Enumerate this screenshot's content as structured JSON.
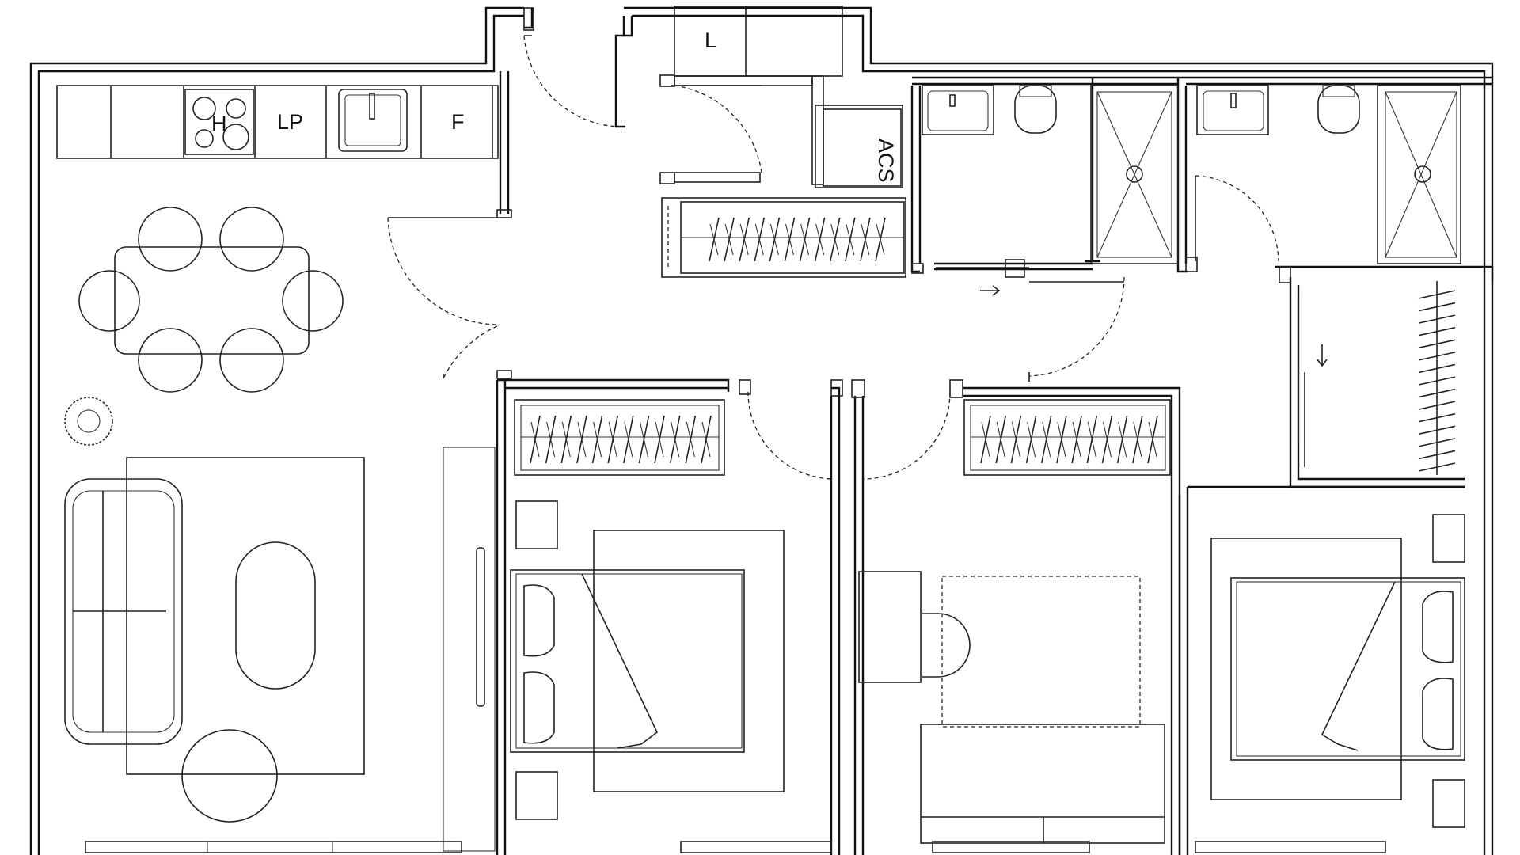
{
  "labels": {
    "hob": "H",
    "dishwasher": "LP",
    "fridge": "F",
    "laundry": "L",
    "water_heater": "ACS"
  },
  "colors": {
    "line": "#111111",
    "background": "#ffffff"
  }
}
